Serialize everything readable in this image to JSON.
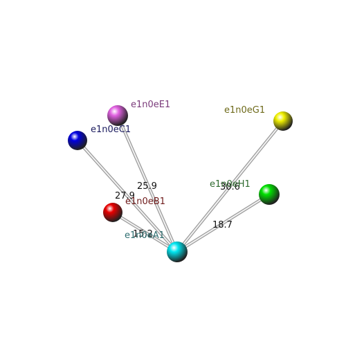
{
  "nodes": [
    {
      "id": "A1",
      "label": "e1n0eA1",
      "color": "#00e5f0",
      "label_color": "#2e6e70"
    },
    {
      "id": "B1",
      "label": "e1n0eB1",
      "color": "#e80000",
      "label_color": "#6e1a1a"
    },
    {
      "id": "C1",
      "label": "e1n0eC1",
      "color": "#0000e0",
      "label_color": "#1a1a5e"
    },
    {
      "id": "E1",
      "label": "e1n0eE1",
      "color": "#e060e0",
      "label_color": "#7a3a7a"
    },
    {
      "id": "G1",
      "label": "e1n0eG1",
      "color": "#f0f000",
      "label_color": "#6e6a1a"
    },
    {
      "id": "H1",
      "label": "e1n0eH1",
      "color": "#00e000",
      "label_color": "#2e6a2e"
    }
  ],
  "edges": [
    {
      "from": "A1",
      "to": "B1",
      "label": "15.2"
    },
    {
      "from": "A1",
      "to": "C1",
      "label": "27.9"
    },
    {
      "from": "A1",
      "to": "E1",
      "label": "25.9"
    },
    {
      "from": "A1",
      "to": "G1",
      "label": "30.6"
    },
    {
      "from": "A1",
      "to": "H1",
      "label": "18.7"
    }
  ]
}
